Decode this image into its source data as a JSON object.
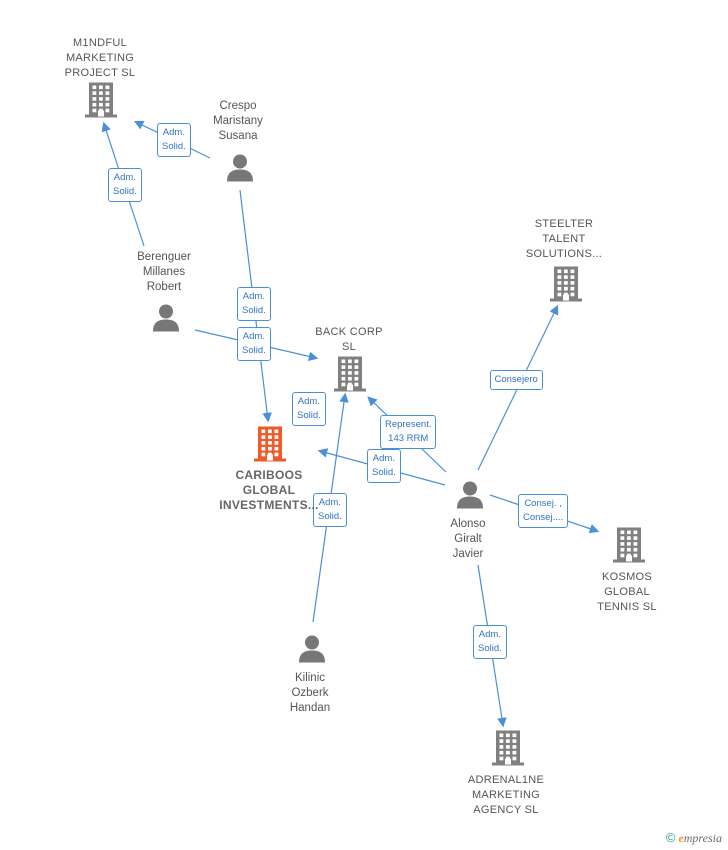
{
  "colors": {
    "edge": "#4a90d9",
    "company": "#808080",
    "focus_company": "#f05a28",
    "person": "#777777"
  },
  "nodes": [
    {
      "id": "mindful",
      "kind": "company",
      "label": "M1NDFUL\nMARKETING\nPROJECT  SL"
    },
    {
      "id": "crespo",
      "kind": "person",
      "label": "Crespo\nMaristany\nSusana"
    },
    {
      "id": "berenguer",
      "kind": "person",
      "label": "Berenguer\nMillanes\nRobert"
    },
    {
      "id": "steelter",
      "kind": "company",
      "label": "STEELTER\nTALENT\nSOLUTIONS..."
    },
    {
      "id": "backcorp",
      "kind": "company",
      "label": "BACK CORP\nSL"
    },
    {
      "id": "cariboos",
      "kind": "focus",
      "label": "CARIBOOS\nGLOBAL\nINVESTMENTS..."
    },
    {
      "id": "alonso",
      "kind": "person",
      "label": "Alonso\nGiralt\nJavier"
    },
    {
      "id": "kosmos",
      "kind": "company",
      "label": "KOSMOS\nGLOBAL\nTENNIS  SL"
    },
    {
      "id": "kilinic",
      "kind": "person",
      "label": "Kilinic\nOzberk\nHandan"
    },
    {
      "id": "adrenal",
      "kind": "company",
      "label": "ADRENAL1NE\nMARKETING\nAGENCY  SL"
    }
  ],
  "edges": [
    {
      "from": "crespo",
      "to": "mindful",
      "label": "Adm.\nSolid."
    },
    {
      "from": "berenguer",
      "to": "mindful",
      "label": "Adm.\nSolid."
    },
    {
      "from": "crespo",
      "to": "cariboos",
      "label": "Adm.\nSolid."
    },
    {
      "from": "berenguer",
      "to": "backcorp",
      "label": "Adm.\nSolid."
    },
    {
      "from": "kilinic",
      "to": "backcorp",
      "label": "Adm.\nSolid."
    },
    {
      "from": "alonso",
      "to": "backcorp",
      "label": "Represent.\n143 RRM"
    },
    {
      "from": "alonso",
      "to": "cariboos",
      "label": "Adm.\nSolid."
    },
    {
      "from": "alonso",
      "to": "steelter",
      "label": "Consejero"
    },
    {
      "from": "alonso",
      "to": "kosmos",
      "label": "Consej. ,\nConsej...."
    },
    {
      "from": "alonso",
      "to": "adrenal",
      "label": "Adm.\nSolid."
    },
    {
      "from": "kilinic",
      "to": "cariboos",
      "label": "Adm.\nSolid."
    }
  ],
  "watermark": {
    "copyright": "©",
    "brand_initial": "e",
    "brand_rest": "mpresia"
  }
}
